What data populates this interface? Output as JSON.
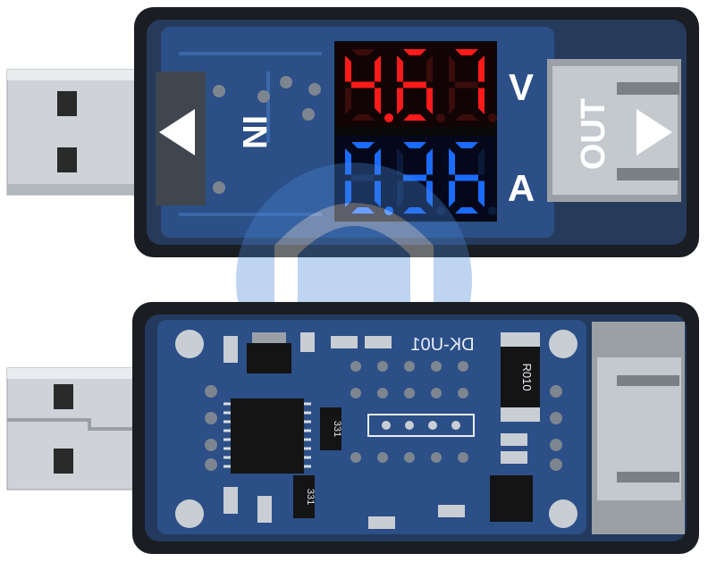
{
  "top_device": {
    "voltage_reading": "4.67",
    "current_reading": "0.36",
    "voltage_unit": "V",
    "current_unit": "A",
    "input_label": "IN",
    "output_label": "OUT"
  },
  "bottom_device": {
    "board_label": "DK-U01",
    "resistor_label": "R010",
    "ic_label_1": "331",
    "ic_label_2": "331"
  },
  "colors": {
    "case": "#1a1d22",
    "pcb": "#2b4f86",
    "voltage_display": "#ff1a1a",
    "current_display": "#1a6bff",
    "watermark": "#4a86d6"
  }
}
